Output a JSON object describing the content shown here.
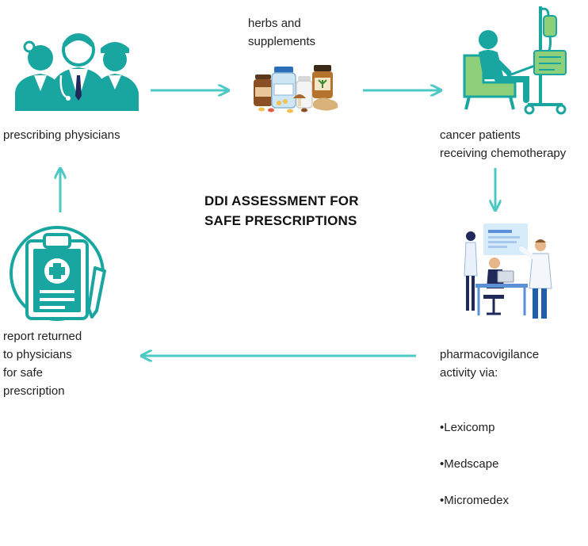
{
  "title_line1": "DDI ASSESSMENT FOR",
  "title_line2": "SAFE PRESCRIPTIONS",
  "nodes": {
    "physicians": "prescribing physicians",
    "herbs": "herbs and\nsupplements",
    "patients": "cancer patients\nreceiving chemotherapy",
    "pharmacovigilance": "pharmacovigilance\nactivity via:",
    "report": "report returned\nto physicians\nfor safe\nprescription"
  },
  "tools": [
    "•Lexicomp",
    "•Medscape",
    "•Micromedex"
  ],
  "colors": {
    "arrow": "#4cc9c4",
    "teal": "#1aa6a0",
    "lime": "#8ed07a",
    "navy": "#1f2a5a"
  }
}
